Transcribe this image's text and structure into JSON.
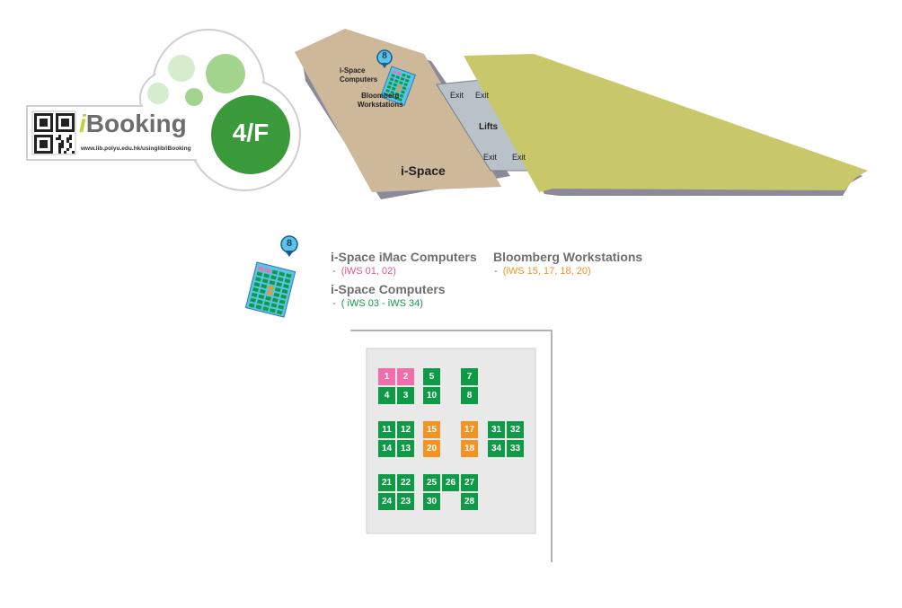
{
  "header": {
    "brand_i": "i",
    "brand_word": "Booking",
    "url": "www.lib.polyu.edu.hk/usinglib/iBooking",
    "floor": "4/F"
  },
  "map": {
    "ispace_label": "i-Space",
    "computers_label_1": "i-Space",
    "computers_label_2": "Computers",
    "bloomberg_label_1": "Bloomberg",
    "bloomberg_label_2": "Workstations",
    "lifts_label": "Lifts",
    "exit_label": "Exit",
    "marker_number": "8"
  },
  "legend": {
    "marker_number": "8",
    "imac_title": "i-Space iMac Computers",
    "imac_dash": "-",
    "imac_range": "(iWS 01, 02)",
    "computers_title": "i-Space Computers",
    "computers_dash": "-",
    "computers_range": "( iWS 03 - iWS 34)",
    "bloomberg_title": "Bloomberg Workstations",
    "bloomberg_dash": "-",
    "bloomberg_range": "(iWS 15, 17, 18, 20)"
  },
  "seats": [
    {
      "n": "1",
      "type": "imac"
    },
    {
      "n": "2",
      "type": "imac"
    },
    {
      "n": "4",
      "type": "computer"
    },
    {
      "n": "3",
      "type": "computer"
    },
    {
      "n": "5",
      "type": "computer"
    },
    {
      "n": "10",
      "type": "computer"
    },
    {
      "n": "7",
      "type": "computer"
    },
    {
      "n": "8",
      "type": "computer"
    },
    {
      "n": "11",
      "type": "computer"
    },
    {
      "n": "12",
      "type": "computer"
    },
    {
      "n": "14",
      "type": "computer"
    },
    {
      "n": "13",
      "type": "computer"
    },
    {
      "n": "15",
      "type": "bloomberg"
    },
    {
      "n": "20",
      "type": "bloomberg"
    },
    {
      "n": "17",
      "type": "bloomberg"
    },
    {
      "n": "18",
      "type": "bloomberg"
    },
    {
      "n": "31",
      "type": "computer"
    },
    {
      "n": "32",
      "type": "computer"
    },
    {
      "n": "34",
      "type": "computer"
    },
    {
      "n": "33",
      "type": "computer"
    },
    {
      "n": "21",
      "type": "computer"
    },
    {
      "n": "22",
      "type": "computer"
    },
    {
      "n": "24",
      "type": "computer"
    },
    {
      "n": "23",
      "type": "computer"
    },
    {
      "n": "25",
      "type": "computer"
    },
    {
      "n": "26",
      "type": "computer"
    },
    {
      "n": "27",
      "type": "computer"
    },
    {
      "n": "30",
      "type": "computer"
    },
    {
      "n": "28",
      "type": "computer"
    }
  ],
  "colors": {
    "imac": "#f06ea9",
    "computer": "#0f9a48",
    "bloomberg": "#f39322",
    "brand_green": "#2f9a3a",
    "ispace_floor": "#cdb89a",
    "lift_lobby": "#b9c2c8",
    "east_wing": "#c8c86a"
  }
}
